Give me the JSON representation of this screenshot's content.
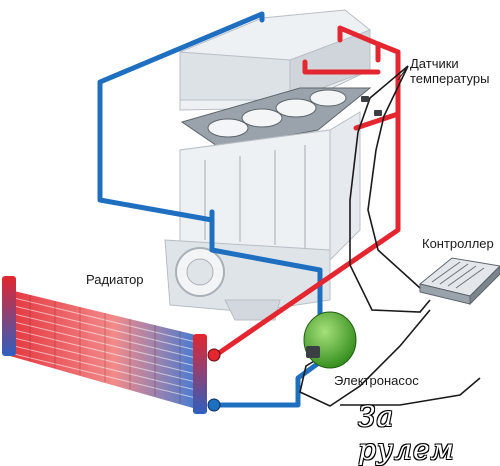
{
  "labels": {
    "sensors": "Датчики температуры",
    "controller": "Контроллер",
    "radiator": "Радиатор",
    "pump": "Электронасос"
  },
  "watermark": "За рулем",
  "colors": {
    "hot_line": "#e3262f",
    "cold_line": "#1f6fc0",
    "wire": "#1a1a1a",
    "engine_body": "#e8ecef",
    "pump": "#4faa2c",
    "controller_body": "#c9cdd2"
  },
  "icons": [
    "engine-block",
    "radiator",
    "electric-pump",
    "controller-unit",
    "temperature-sensor"
  ]
}
